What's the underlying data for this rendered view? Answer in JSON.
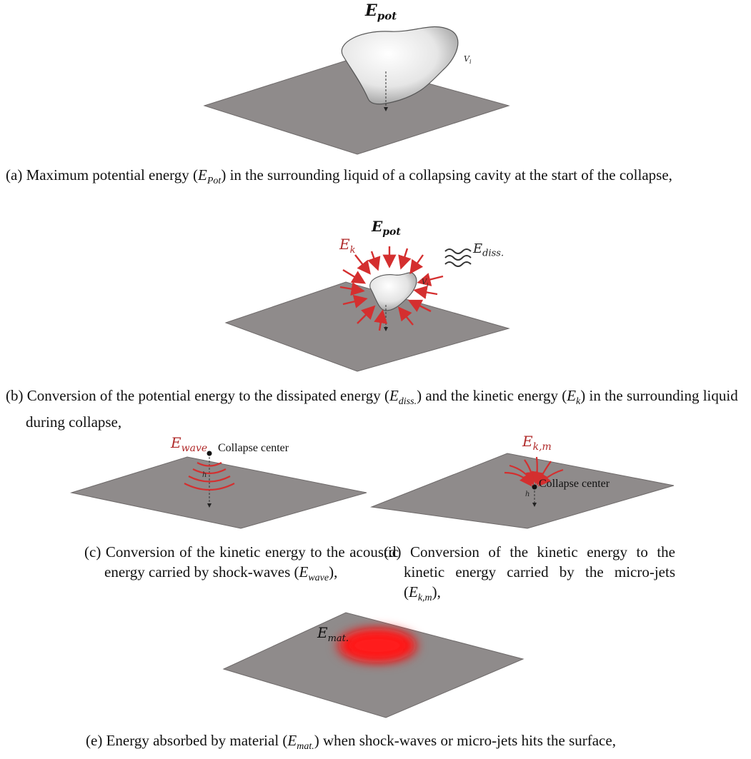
{
  "panel_a": {
    "energy_label": "E",
    "energy_sub": "pot",
    "volume_label": "V",
    "volume_sub": "i",
    "caption_tag": "(a)",
    "caption_pre": "Maximum potential energy (",
    "caption_sym": "E",
    "caption_sub": "Pot",
    "caption_post": ") in the surrounding liquid of a collapsing cavity at the start of the collapse,"
  },
  "panel_b": {
    "energy_label": "E",
    "energy_sub": "pot",
    "kinetic_label": "E",
    "kinetic_sub": "k",
    "diss_label": "E",
    "diss_sub": "diss.",
    "volume_label": "V",
    "volume_sub": "i",
    "caption_tag": "(b)",
    "caption_part1": "Conversion of the potential energy to the dissipated energy (",
    "caption_sym1": "E",
    "caption_sub1": "diss.",
    "caption_part2": ") and the kinetic energy (",
    "caption_sym2": "E",
    "caption_sub2": "k",
    "caption_part3": ") in the surrounding liquid during collapse,"
  },
  "panel_c": {
    "energy_label": "E",
    "energy_sub": "wave",
    "center_label": "Collapse center",
    "h_label": "h",
    "caption_tag": "(c)",
    "caption_pre": "Conversion of the kinetic energy to the acoustic energy carried by shock-waves (",
    "caption_sym": "E",
    "caption_sub": "wave",
    "caption_post": "),"
  },
  "panel_d": {
    "energy_label": "E",
    "energy_sub": "k,m",
    "center_label": "Collapse center",
    "h_label": "h",
    "caption_tag": "(d)",
    "caption_pre": "Conversion of the kinetic energy to the kinetic energy carried by the micro-jets (",
    "caption_sym": "E",
    "caption_sub": "k,m",
    "caption_post": "),"
  },
  "panel_e": {
    "energy_label": "E",
    "energy_sub": "mat.",
    "caption_tag": "(e)",
    "caption_pre": "Energy absorbed by material (",
    "caption_sym": "E",
    "caption_sub": "mat.",
    "caption_post": ") when shock-waves or micro-jets hits the surface,"
  },
  "colors": {
    "plate": "#8f8b8b",
    "plate_edge": "#6e6a6a",
    "arrow_red": "#d42f2f",
    "label_red": "#b02a2a",
    "absorb_red": "#ff1010"
  }
}
